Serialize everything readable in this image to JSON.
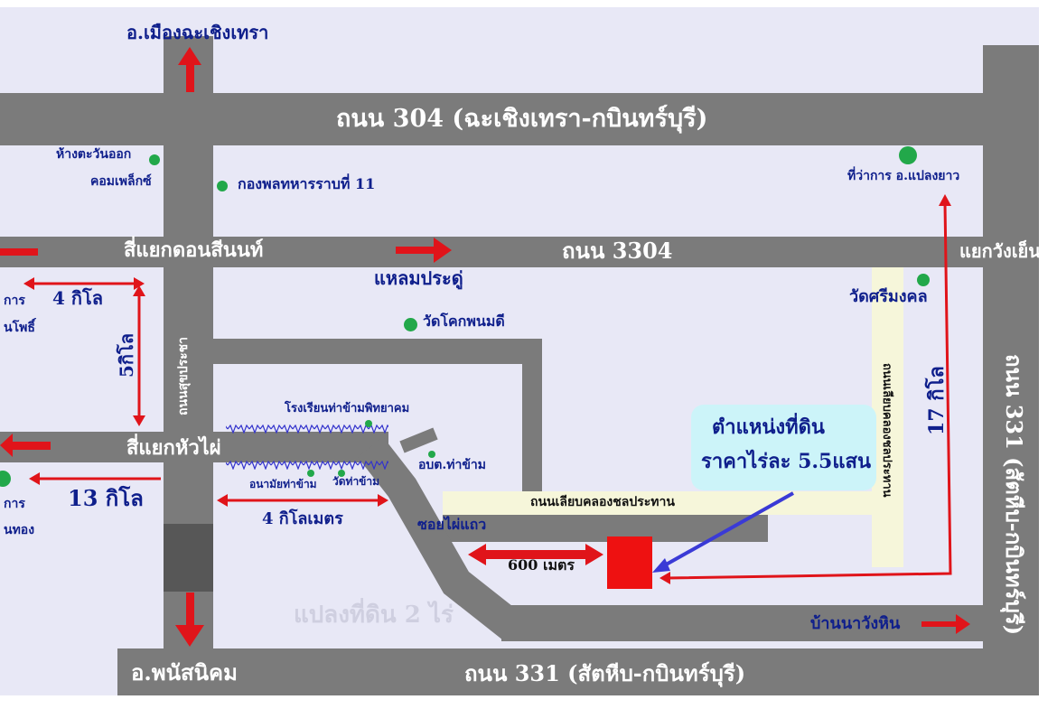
{
  "roads": {
    "road_304": "ถนน 304 (ฉะเชิงเทรา-กบินทร์บุรี)",
    "road_3304": "ถนน 3304",
    "road_331_bottom": "ถนน 331 (สัตหีบ-กบินทร์บุรี)",
    "road_331_right": "ถนน 331 (สัตหีบ-กบินทร์บุรี)",
    "road_canal": "ถนนเลียบคลองชลประทาน",
    "road_left_vertical": "ถนนสุขประชา",
    "road_right_vertical": "ถนนเลียบคลองชลประทาน",
    "soi": "ซอยไผ่แถว"
  },
  "places": {
    "mueang_chachoengsao": "อ.เมืองฉะเชิงเทรา",
    "department_store": "ห้างตะวันออก",
    "complex": "คอมเพล็กซ์",
    "army_base": "กองพลทหารราบที่ 11",
    "district_office": "ที่ว่าการ อ.แปลงยาว",
    "junction_don_sinon": "สี่แยกดอนสีนนท์",
    "laem_pradu": "แหลมประดู่",
    "wang_yen_junction": "แยกวังเย็น",
    "wat_sri_mongkol": "วัดศรีมงคล",
    "wat_khok_phanom_di": "วัดโคกพนมดี",
    "left_office": "การ",
    "left_office_name": "นโพธิ์",
    "school": "โรงเรียนท่าข้ามพิทยาคม",
    "junction_hua_phai": "สี่แยกหัวไผ่",
    "tambon_office": "อบต.ท่าข้าม",
    "health_center": "อนามัยท่าข้าม",
    "wat_tha_kham": "วัดท่าข้าม",
    "left_office_2": "การ",
    "left_office_2_name": "นทอง",
    "ban_na_wang_hin": "บ้านนาวังหิน",
    "phanat_nikhom": "อ.พนัสนิคม"
  },
  "distances": {
    "d_4_kilo": "4 กิโล",
    "d_5_kilo": "5กิโล",
    "d_13_kilo": "13 กิโล",
    "d_4_km": "4 กิโลเมตร",
    "d_600_m": "600 เมตร",
    "d_17_kilo": "17 กิโล"
  },
  "callout": {
    "line1": "ตำแหน่งที่ดิน",
    "line2": "ราคาไร่ละ 5.5แสน"
  },
  "watermark": "แปลงที่ดิน 2 ไร่",
  "colors": {
    "background": "#e8e8f6",
    "road": "#7b7b7b",
    "label": "#0f1f8c",
    "arrow": "#e0141a",
    "pointer": "#3a3ad6",
    "plot": "#ee1111",
    "callout": "#ccf4f9",
    "canal_road": "#f6f6da",
    "poi_dot": "#22a84a"
  }
}
